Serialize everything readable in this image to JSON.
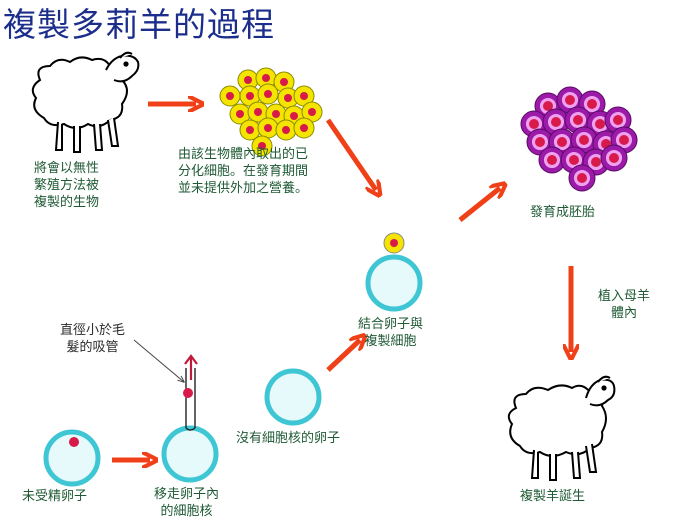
{
  "title": "複製多莉羊的過程",
  "labels": {
    "donor_sheep": [
      "將會以無性",
      "繁殖方法被",
      "複製的生物"
    ],
    "cells_extracted": [
      "由該生物體內取出的已",
      "分化細胞。在發育期間",
      "並未提供外加之營養。"
    ],
    "embryo": "發育成胚胎",
    "implant": [
      "植入母羊",
      "體內"
    ],
    "fusion": [
      "結合卵子與",
      "複製細胞"
    ],
    "pipette": [
      "直徑小於毛",
      "髮的吸管"
    ],
    "enucleated_egg": "沒有細胞核的卵子",
    "unfertilized_egg": "未受精卵子",
    "remove_nucleus": [
      "移走卵子內",
      "的細胞核"
    ],
    "clone_born": "複製羊誕生"
  },
  "colors": {
    "title": "#1c2e8c",
    "label": "#1f5a34",
    "arrow": "#f04018",
    "cell_yellow": "#f4e400",
    "cell_nucleus": "#d81a4a",
    "embryo_outer": "#9c1aa8",
    "embryo_inner": "#f0a0f0",
    "egg_outline": "#3fc6d4",
    "egg_fill": "#e6f9fb"
  },
  "icons": [
    "sheep-icon",
    "cell-cluster-icon",
    "embryo-icon",
    "egg-cell-icon",
    "pipette-icon",
    "arrow-icon"
  ]
}
